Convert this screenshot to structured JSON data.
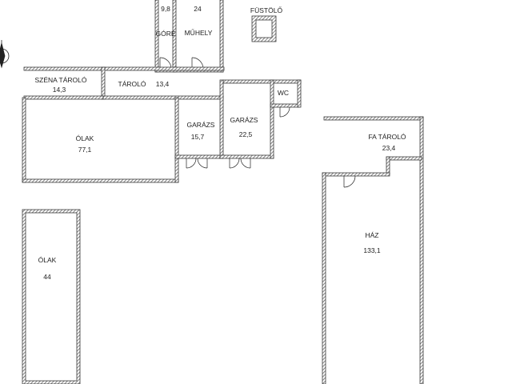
{
  "rooms": {
    "gorf": {
      "name": "GÓRÉ",
      "area": "9,8"
    },
    "muhely": {
      "name": "MŰHELY",
      "area": "24"
    },
    "fustolo": {
      "name": "FÜSTÖLŐ"
    },
    "szena_tarolo": {
      "name": "SZÉNA TÁROLÓ",
      "area": "14,3"
    },
    "tarolo": {
      "name": "TÁROLÓ",
      "area": "13,4"
    },
    "wc": {
      "name": "WC"
    },
    "olak_1": {
      "name": "ÓLAK",
      "area": "77,1"
    },
    "garazs_1": {
      "name": "GARÁZS",
      "area": "15,7"
    },
    "garazs_2": {
      "name": "GARÁZS",
      "area": "22,5"
    },
    "fa_tarolo": {
      "name": "FA TÁROLÓ",
      "area": "23,4"
    },
    "haz": {
      "name": "HÁZ",
      "area": "133,1"
    },
    "olak_2": {
      "name": "ÓLAK",
      "area": "44"
    }
  },
  "colors": {
    "wall": "#3a3a3a",
    "hatch": "#8a8a8a",
    "line": "#222222"
  },
  "icons": {
    "north_arrow": "compass-north-icon"
  }
}
